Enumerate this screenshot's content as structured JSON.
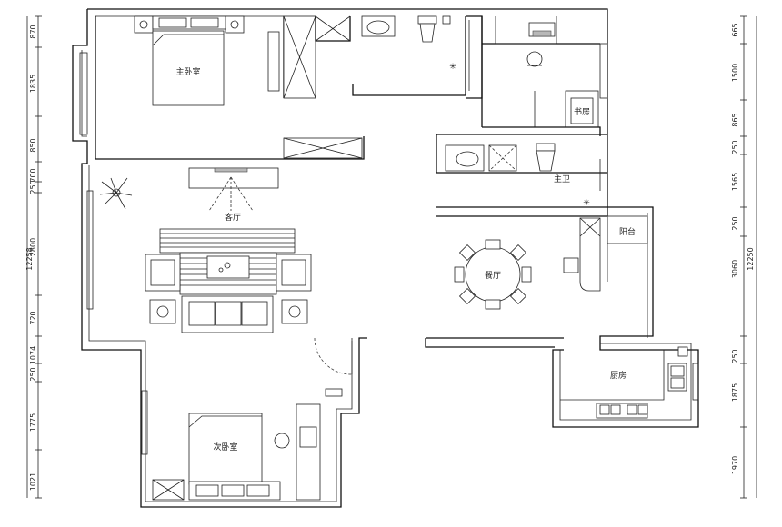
{
  "rooms": {
    "master_bedroom": "主卧室",
    "living_room": "客厅",
    "dining": "餐厅",
    "kitchen": "厨房",
    "second_bedroom": "次卧室",
    "study": "书房",
    "bathroom": "主卫",
    "balcony": "阳台"
  },
  "dimensions_left": {
    "total": "12258",
    "segments": [
      "870",
      "1835",
      "850",
      "700",
      "250",
      "2800",
      "720",
      "1074",
      "250",
      "1775",
      "1021"
    ]
  },
  "dimensions_right": {
    "total": "12250",
    "segments": [
      "665",
      "1500",
      "865",
      "250",
      "1565",
      "250",
      "3060",
      "250",
      "1875",
      "1970"
    ]
  }
}
